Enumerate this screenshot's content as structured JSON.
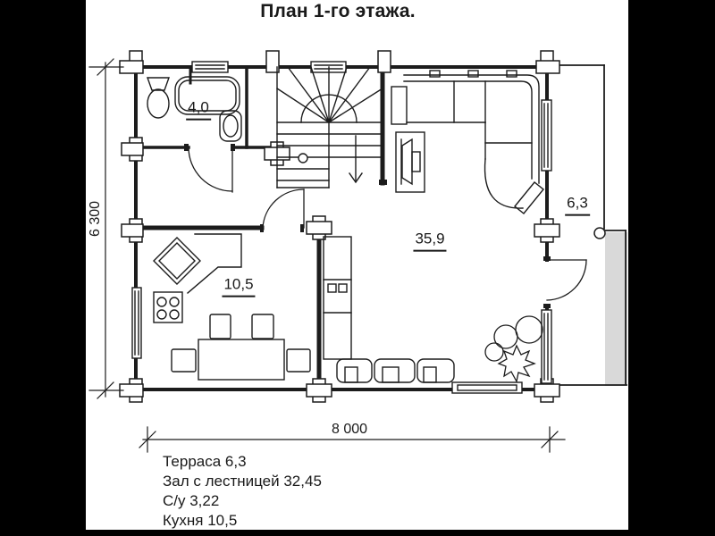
{
  "title": "План 1-го этажа.",
  "plan": {
    "room_labels": {
      "bathroom": "4,0",
      "kitchen": "10,5",
      "hall": "35,9",
      "terrace": "6,3"
    },
    "dimensions": {
      "height": "6 300",
      "width": "8 000"
    }
  },
  "legend": {
    "items": [
      "Терраса 6,3",
      "Зал с лестницей 32,45",
      "С/у 3,22",
      "Кухня 10,5"
    ]
  },
  "colors": {
    "line": "#1c1c1c",
    "background": "#ffffff",
    "letterbox": "#000000",
    "shadow": "#cccccc"
  }
}
